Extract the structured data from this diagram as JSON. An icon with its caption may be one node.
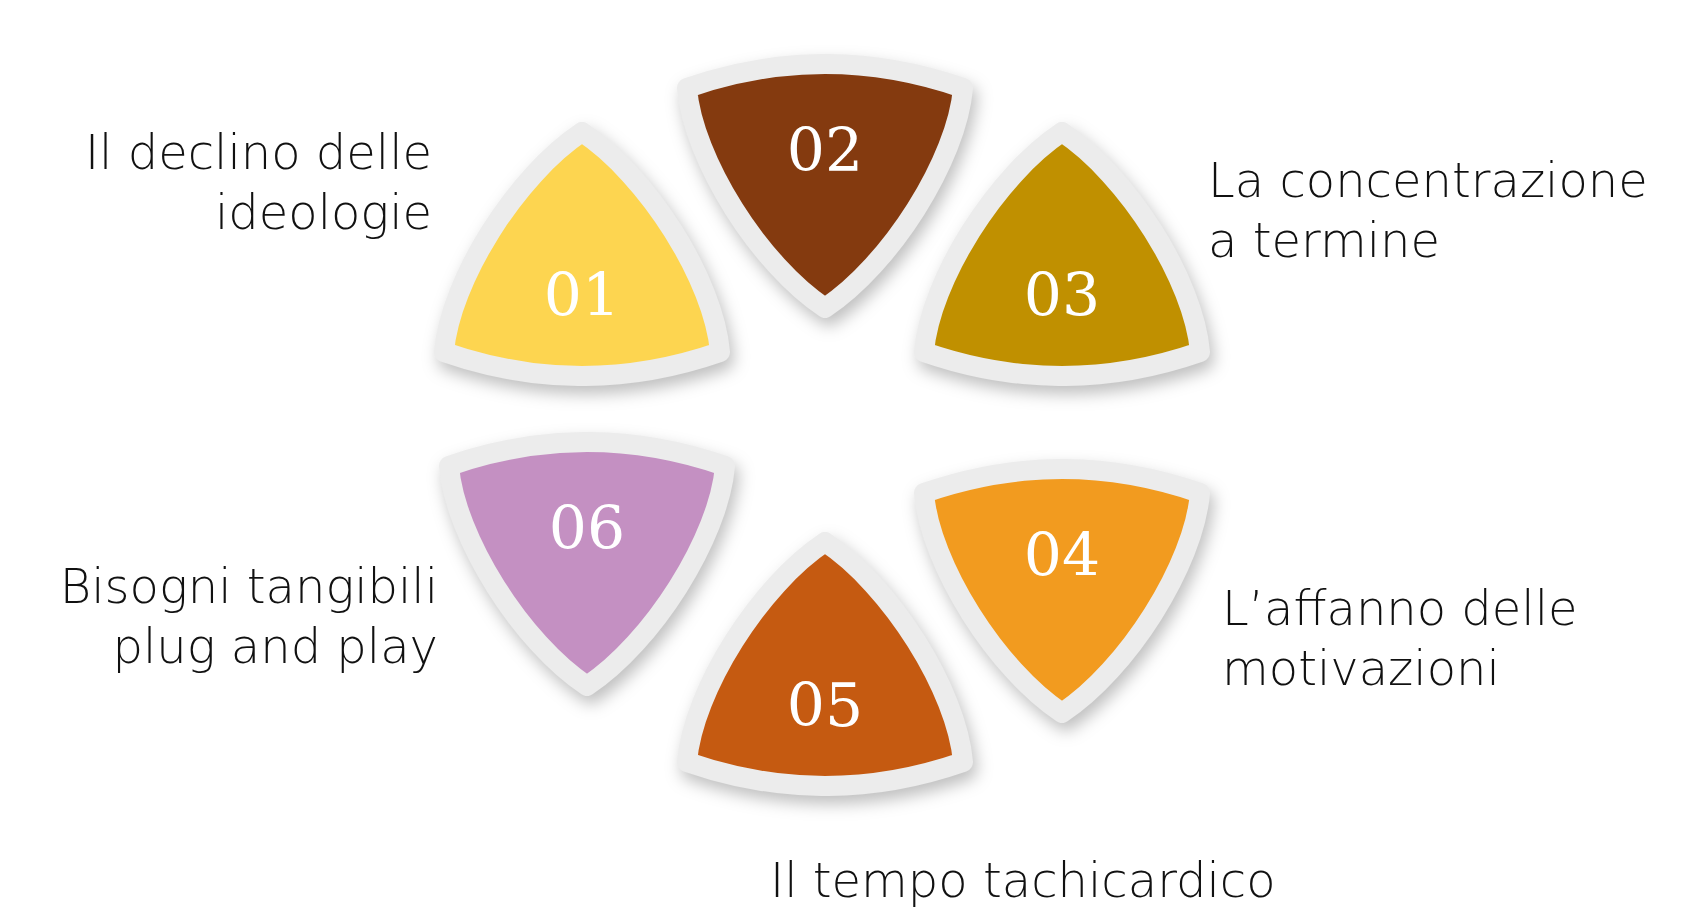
{
  "diagram": {
    "nodes": [
      {
        "text": [
          "01"
        ],
        "beside": [
          "Il declino delle ideologie"
        ]
      },
      {
        "text": [
          "02"
        ]
      },
      {
        "text": [
          "03"
        ],
        "beside": [
          "La concentrazione a termine"
        ]
      },
      {
        "text": [
          "04"
        ],
        "beside": [
          "L’affanno delle motivazioni"
        ]
      },
      {
        "text": [
          "05"
        ],
        "beside": [
          "Il tempo tachicardico"
        ]
      },
      {
        "text": [
          "06"
        ],
        "beside": [
          "Bisogni tangibili plug and play"
        ]
      }
    ]
  }
}
